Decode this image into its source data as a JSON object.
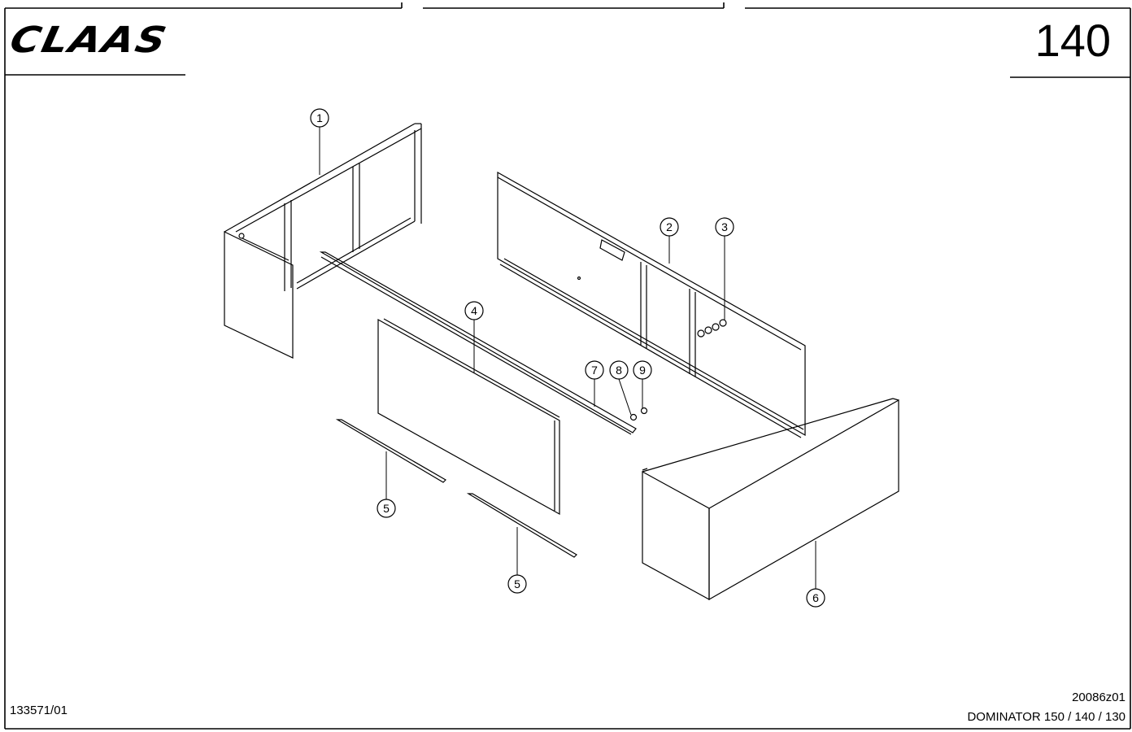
{
  "header": {
    "brand": "CLAAS",
    "page_number": "140"
  },
  "footer": {
    "document_id": "133571/01",
    "drawing_number": "20086z01",
    "model_line": "DOMINATOR 150 / 140 / 130"
  },
  "callouts": [
    {
      "label": "1"
    },
    {
      "label": "2"
    },
    {
      "label": "3"
    },
    {
      "label": "4"
    },
    {
      "label": "5"
    },
    {
      "label": "5"
    },
    {
      "label": "6"
    },
    {
      "label": "7"
    },
    {
      "label": "8"
    },
    {
      "label": "9"
    }
  ]
}
